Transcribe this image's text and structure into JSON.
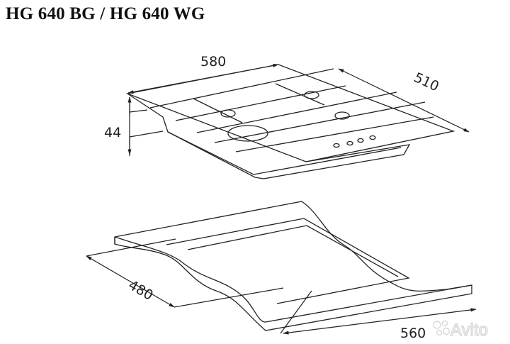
{
  "title": "HG 640 BG / HG 640 WG",
  "hob_dimensions": {
    "width": "580",
    "depth": "510",
    "height": "44"
  },
  "cutout_dimensions": {
    "depth": "480",
    "width": "560"
  },
  "watermark": "Avito"
}
